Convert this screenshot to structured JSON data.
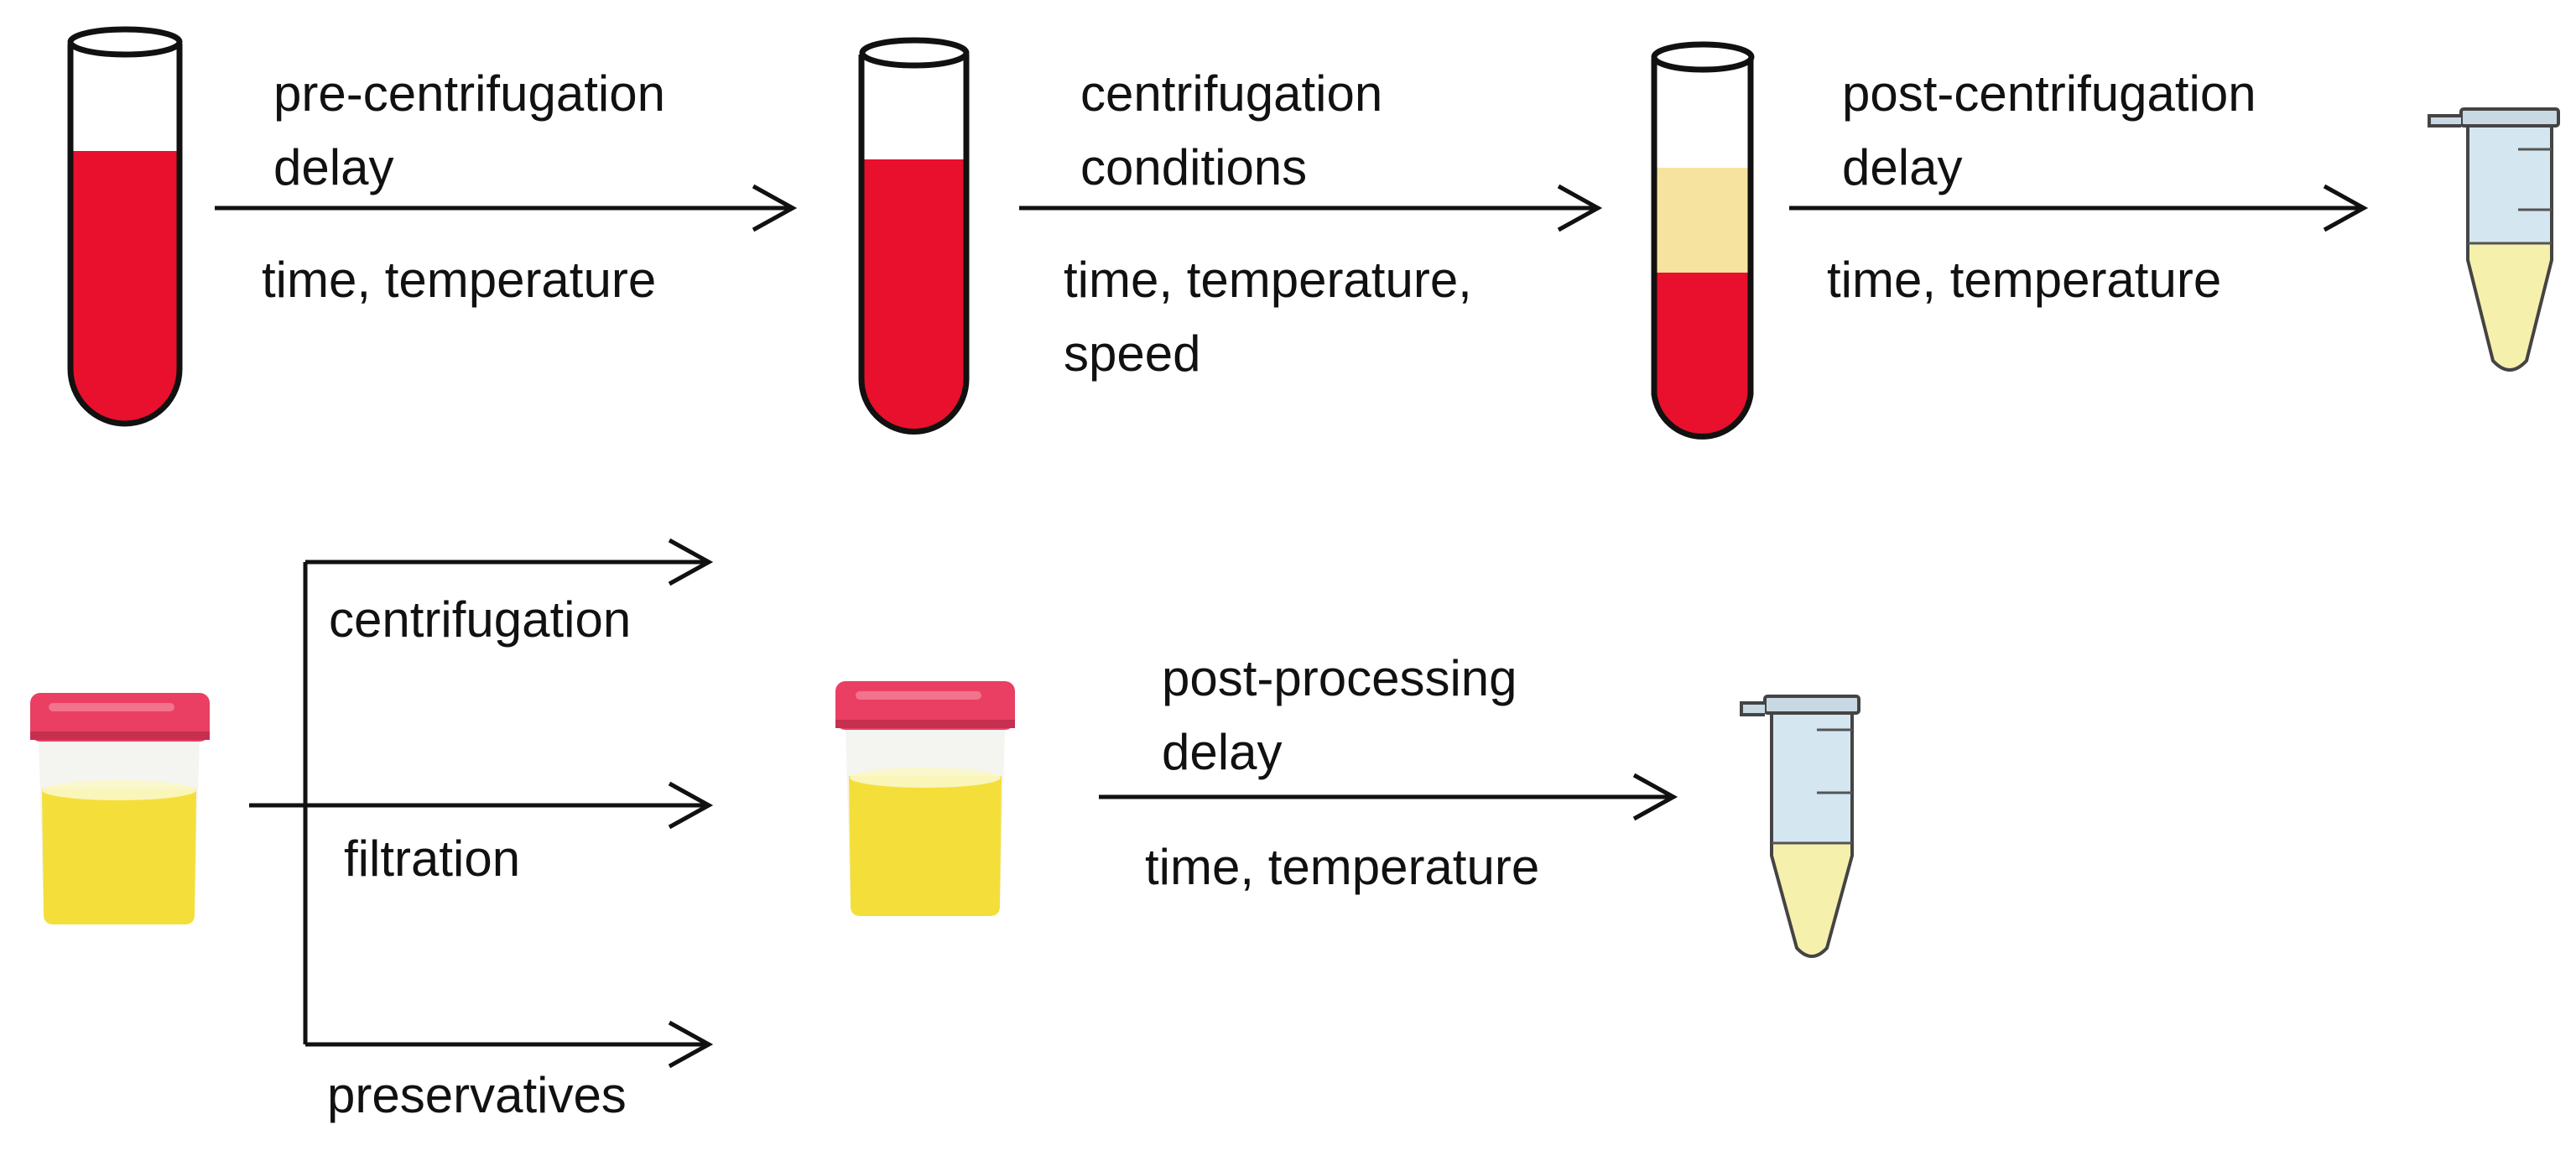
{
  "colors": {
    "blood": "#e8102c",
    "plasma": "#f7e3a0",
    "urine": "#f3dc2a",
    "urine_cap": "#ea3f62",
    "tube_liquid": "#f6f0ad",
    "tube_empty": "#d4e6f0",
    "line": "#111111"
  },
  "icons": {
    "blood_tube": "blood-tube-icon",
    "separated_tube": "separated-blood-tube-icon",
    "microtube": "microcentrifuge-tube-icon",
    "urine_cup": "urine-cup-icon"
  },
  "blood_steps": [
    {
      "line1": "pre-centrifugation",
      "line2": "delay",
      "param1": "time, temperature",
      "param2": ""
    },
    {
      "line1": "centrifugation",
      "line2": "conditions",
      "param1": "time, temperature,",
      "param2": "speed"
    },
    {
      "line1": "post-centrifugation",
      "line2": "delay",
      "param1": "time, temperature",
      "param2": ""
    }
  ],
  "urine_options": [
    "centrifugation",
    "filtration",
    "preservatives"
  ],
  "urine_step": {
    "line1": "post-processing",
    "line2": "delay",
    "param1": "time, temperature"
  }
}
